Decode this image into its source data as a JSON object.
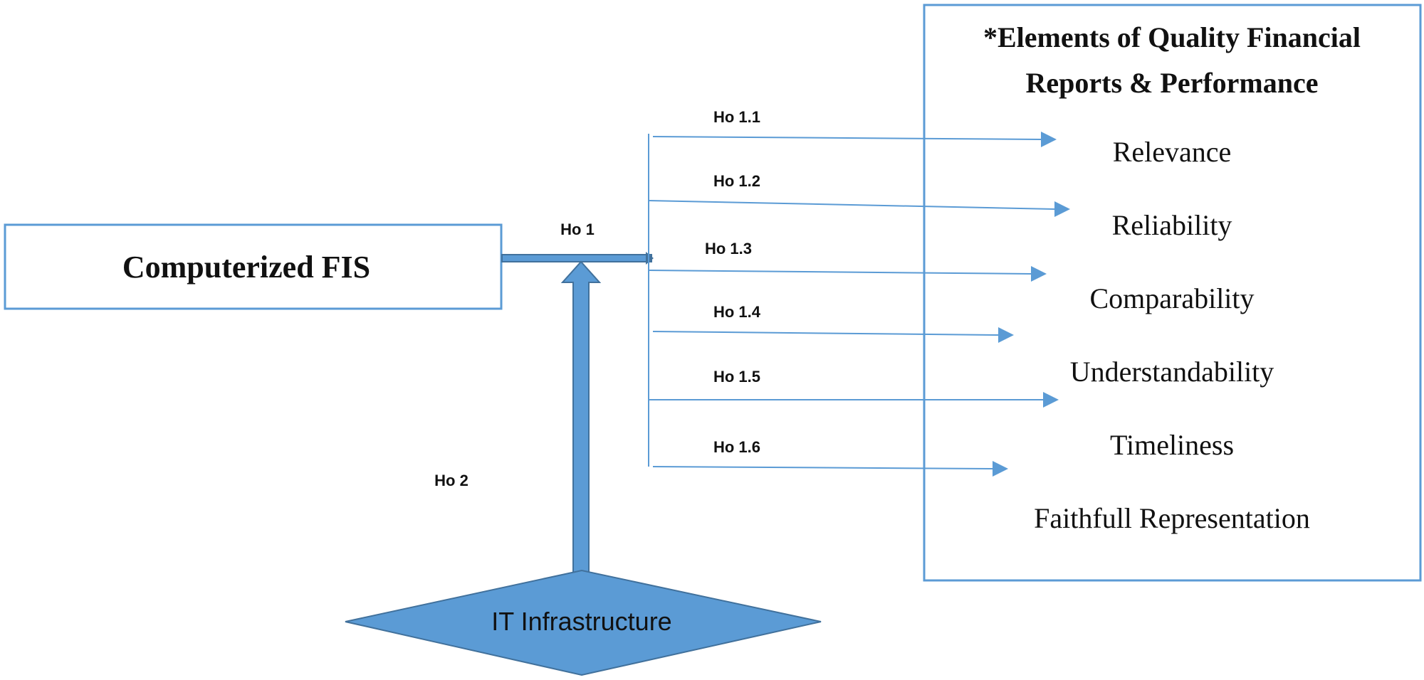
{
  "source_box": {
    "label": "Computerized FIS"
  },
  "moderator": {
    "label": "IT Infrastructure",
    "hypothesis": "Ho 2"
  },
  "main_hypothesis": "Ho 1",
  "outcome_box": {
    "title_line1": "*Elements of Quality Financial",
    "title_line2": "Reports & Performance",
    "elements": [
      "Relevance",
      "Reliability",
      "Comparability",
      "Understandability",
      "Timeliness",
      "Faithfull Representation"
    ]
  },
  "sub_hypotheses": [
    "Ho 1.1",
    "Ho 1.2",
    "Ho 1.3",
    "Ho 1.4",
    "Ho 1.5",
    "Ho 1.6"
  ],
  "colors": {
    "box_border": "#5b9bd5",
    "arrow": "#5b9bd5",
    "fill": "#5b9bd5",
    "fill_dark": "#41719c"
  }
}
